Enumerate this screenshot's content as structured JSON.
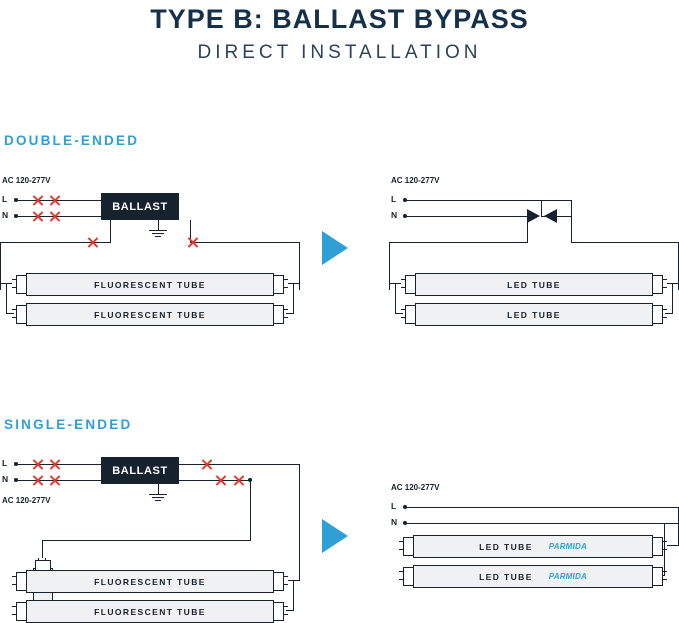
{
  "header": {
    "title": "TYPE B: BALLAST BYPASS",
    "subtitle": "DIRECT INSTALLATION"
  },
  "sections": [
    {
      "label": "DOUBLE-ENDED"
    },
    {
      "label": "SINGLE-ENDED"
    }
  ],
  "labels": {
    "voltage": "AC 120-277V",
    "line": "L",
    "neutral": "N",
    "ballast": "BALLAST",
    "fluorescent_tube": "FLUORESCENT TUBE",
    "led_tube": "LED TUBE",
    "brand": "PARMIDA"
  },
  "icons": {
    "arrow": "arrow-right-icon",
    "cut": "red-x-cut-marker-icon",
    "ground": "ground-symbol-icon",
    "connector": "black-triangle-connector-icon"
  },
  "colors": {
    "accent": "#2f9fd6",
    "dark": "#16222e",
    "title": "#15314a",
    "cut_red": "#e03a2f",
    "tube_fill": "#f0f1f2"
  }
}
